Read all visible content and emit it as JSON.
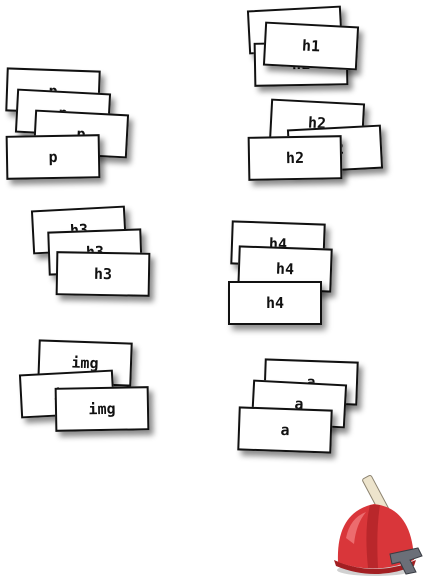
{
  "stacks": [
    {
      "name": "p",
      "cards": [
        "p",
        "p",
        "p",
        "p"
      ]
    },
    {
      "name": "h1",
      "cards": [
        "h1",
        "h1",
        "h1"
      ]
    },
    {
      "name": "h2",
      "cards": [
        "h2",
        "h2",
        "h2"
      ]
    },
    {
      "name": "h3",
      "cards": [
        "h3",
        "h3",
        "h3"
      ]
    },
    {
      "name": "h4",
      "cards": [
        "h4",
        "h4",
        "h4"
      ]
    },
    {
      "name": "img",
      "cards": [
        "img",
        "img",
        "img"
      ]
    },
    {
      "name": "a",
      "cards": [
        "a",
        "a",
        "a"
      ]
    }
  ],
  "icons": {
    "hardhat": "hard-hat-with-hammer-icon"
  },
  "colors": {
    "card_bg": "#ffffff",
    "card_border": "#111111",
    "hat_red": "#d9363a"
  }
}
